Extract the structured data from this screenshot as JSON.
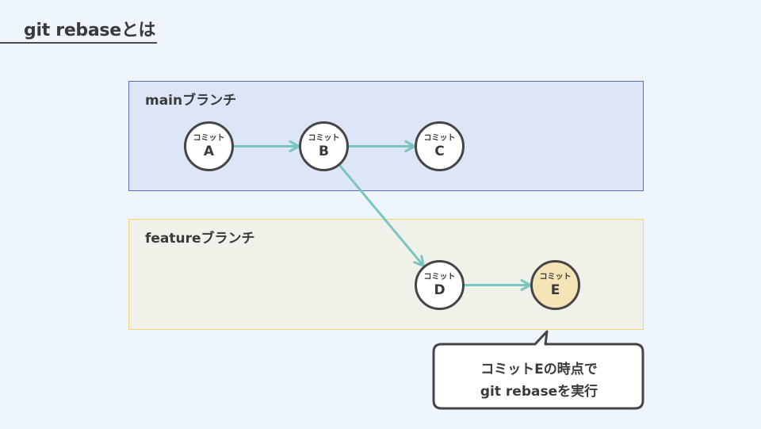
{
  "page": {
    "title": "git rebaseとは"
  },
  "branches": {
    "main": {
      "label": "mainブランチ"
    },
    "feature": {
      "label": "featureブランチ"
    }
  },
  "commits": [
    {
      "id": "A",
      "label": "コミット",
      "letter": "A",
      "branch": "main"
    },
    {
      "id": "B",
      "label": "コミット",
      "letter": "B",
      "branch": "main"
    },
    {
      "id": "C",
      "label": "コミット",
      "letter": "C",
      "branch": "main"
    },
    {
      "id": "D",
      "label": "コミット",
      "letter": "D",
      "branch": "feature"
    },
    {
      "id": "E",
      "label": "コミット",
      "letter": "E",
      "branch": "feature",
      "highlight": true
    }
  ],
  "edges": [
    {
      "from": "A",
      "to": "B"
    },
    {
      "from": "B",
      "to": "C"
    },
    {
      "from": "B",
      "to": "D"
    },
    {
      "from": "D",
      "to": "E"
    }
  ],
  "callout": {
    "line1": "コミットEの時点で",
    "line2": "git rebaseを実行"
  },
  "colors": {
    "background": "#eef5fc",
    "main_box_fill": "#dce6f6",
    "main_box_border": "#5b6fc0",
    "feature_box_fill": "#f0f1e9",
    "feature_box_border": "#f0d678",
    "arrow": "#7ac5c2",
    "commit_border": "#454545",
    "commit_highlight_fill": "#f5e5b6"
  }
}
